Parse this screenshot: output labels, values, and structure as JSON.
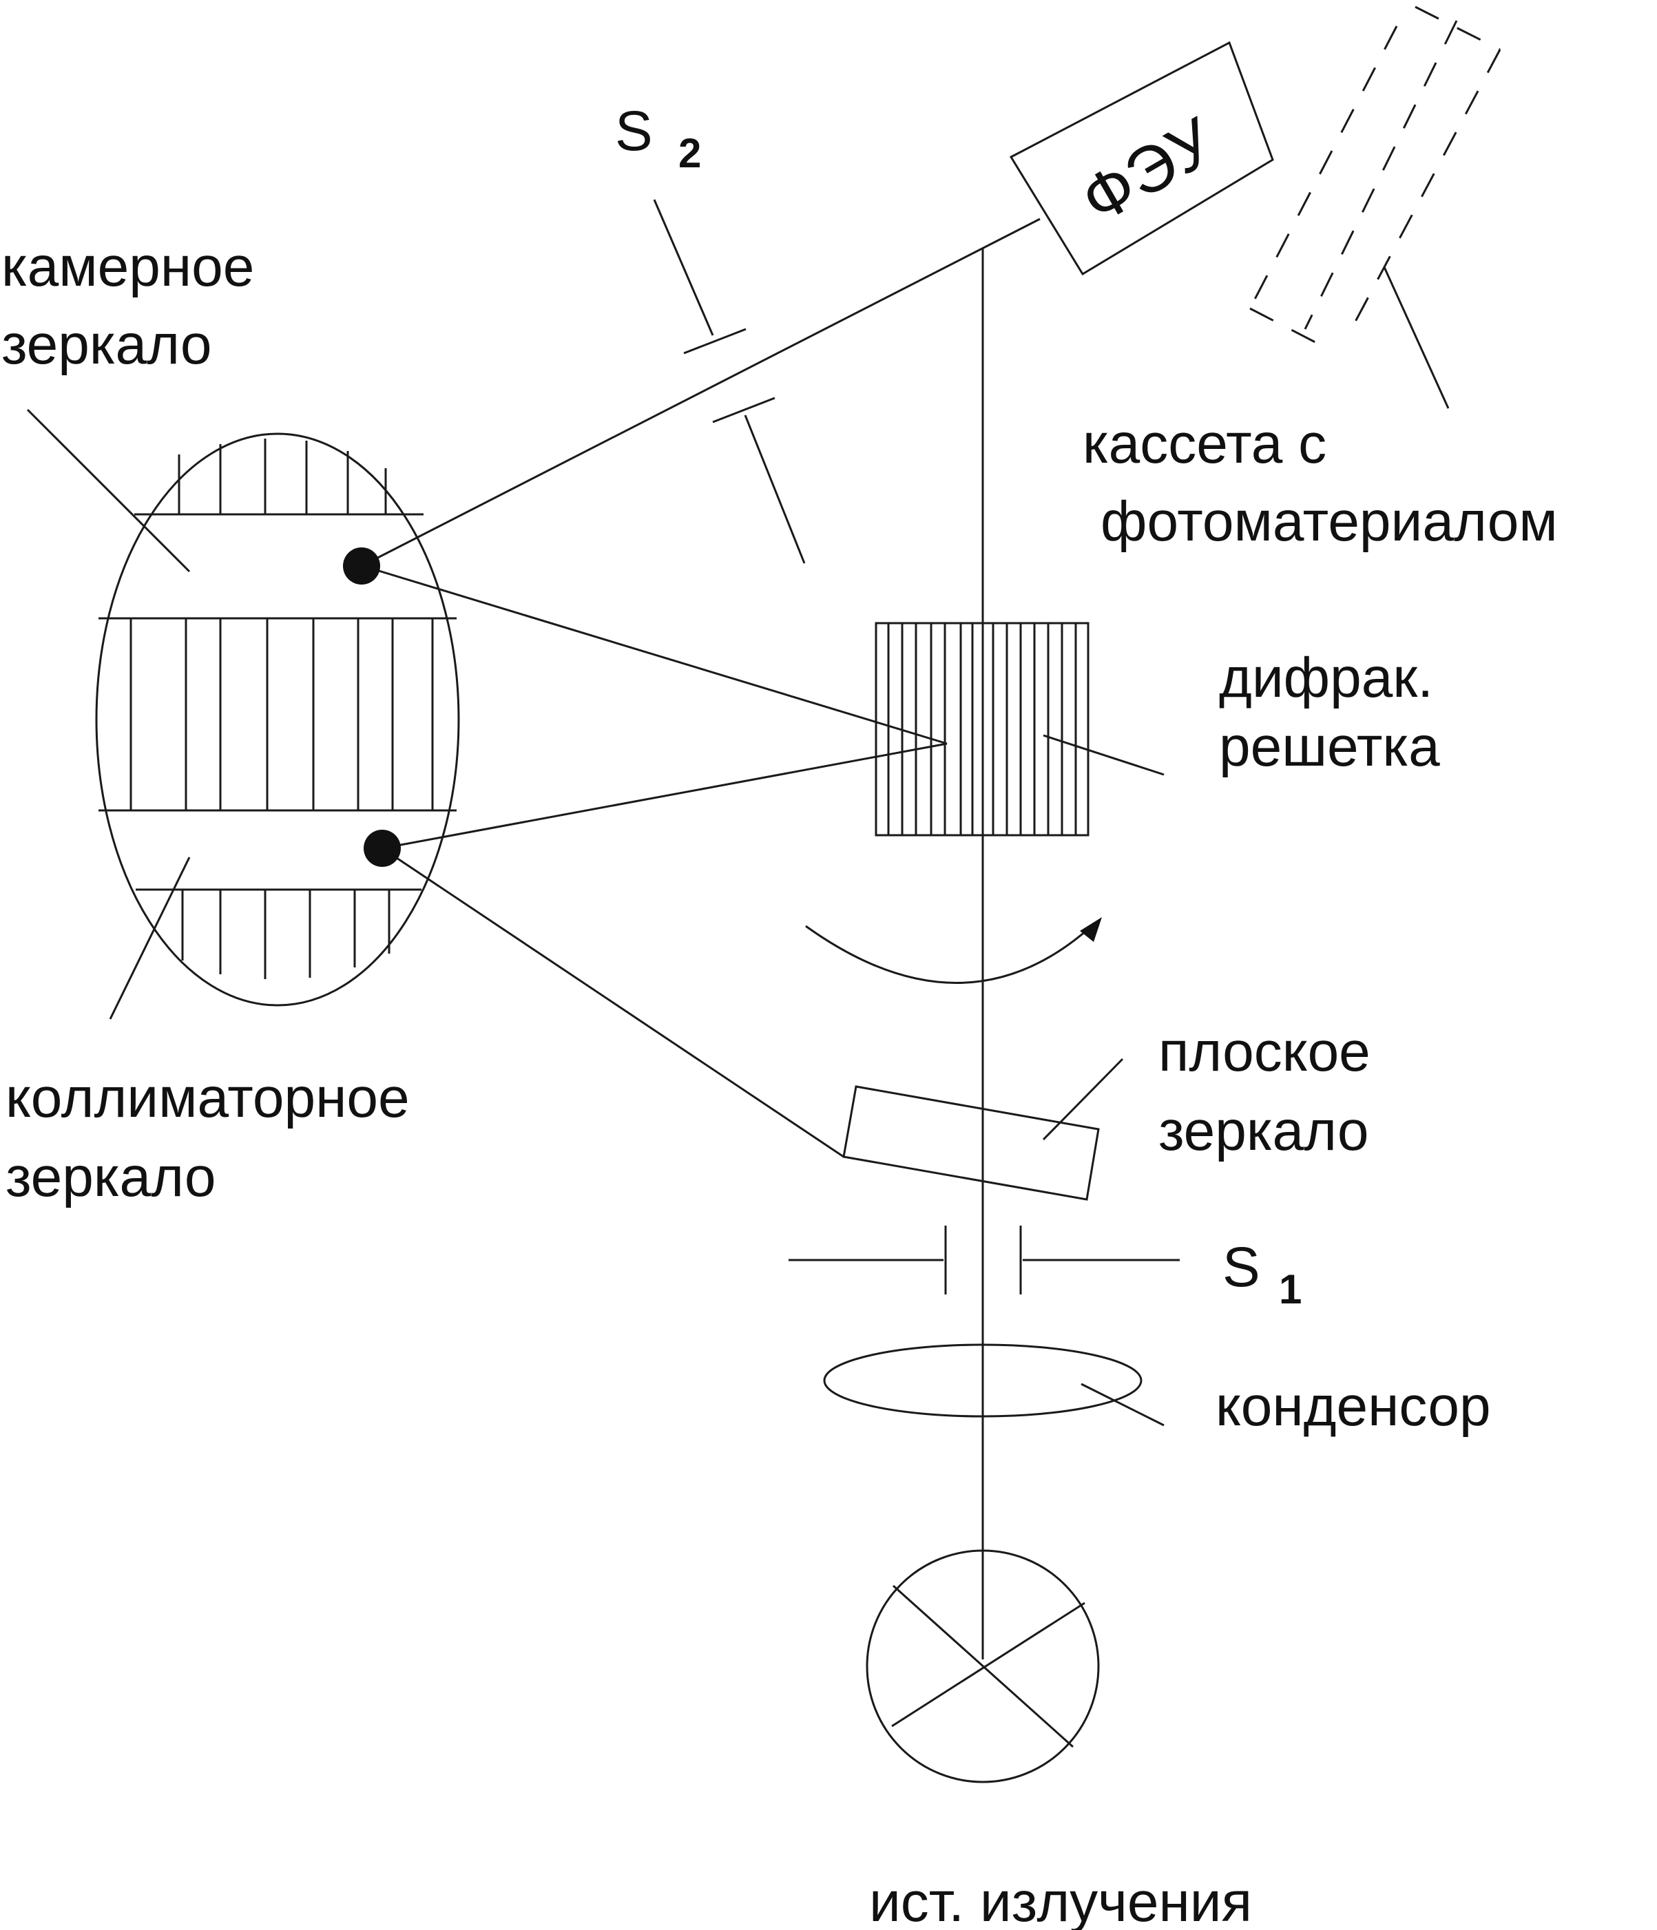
{
  "labels": {
    "camera_mirror_line1": "камерное",
    "camera_mirror_line2": "зеркало",
    "collimator_mirror_line1": "коллиматорное",
    "collimator_mirror_line2": "зеркало",
    "cassette_line1": "кассета с",
    "cassette_line2": "фотоматериалом",
    "grating_line1": "дифрак.",
    "grating_line2": "решетка",
    "flat_mirror_line1": "плоское",
    "flat_mirror_line2": "зеркало",
    "condenser": "конденсор",
    "source": "ист. излучения",
    "pmt": "ФЭУ",
    "slit1_letter": "S",
    "slit1_index": "1",
    "slit2_letter": "S",
    "slit2_index": "2"
  },
  "colors": {
    "stroke": "#1a1a1a",
    "text": "#111111",
    "background": "#ffffff"
  }
}
